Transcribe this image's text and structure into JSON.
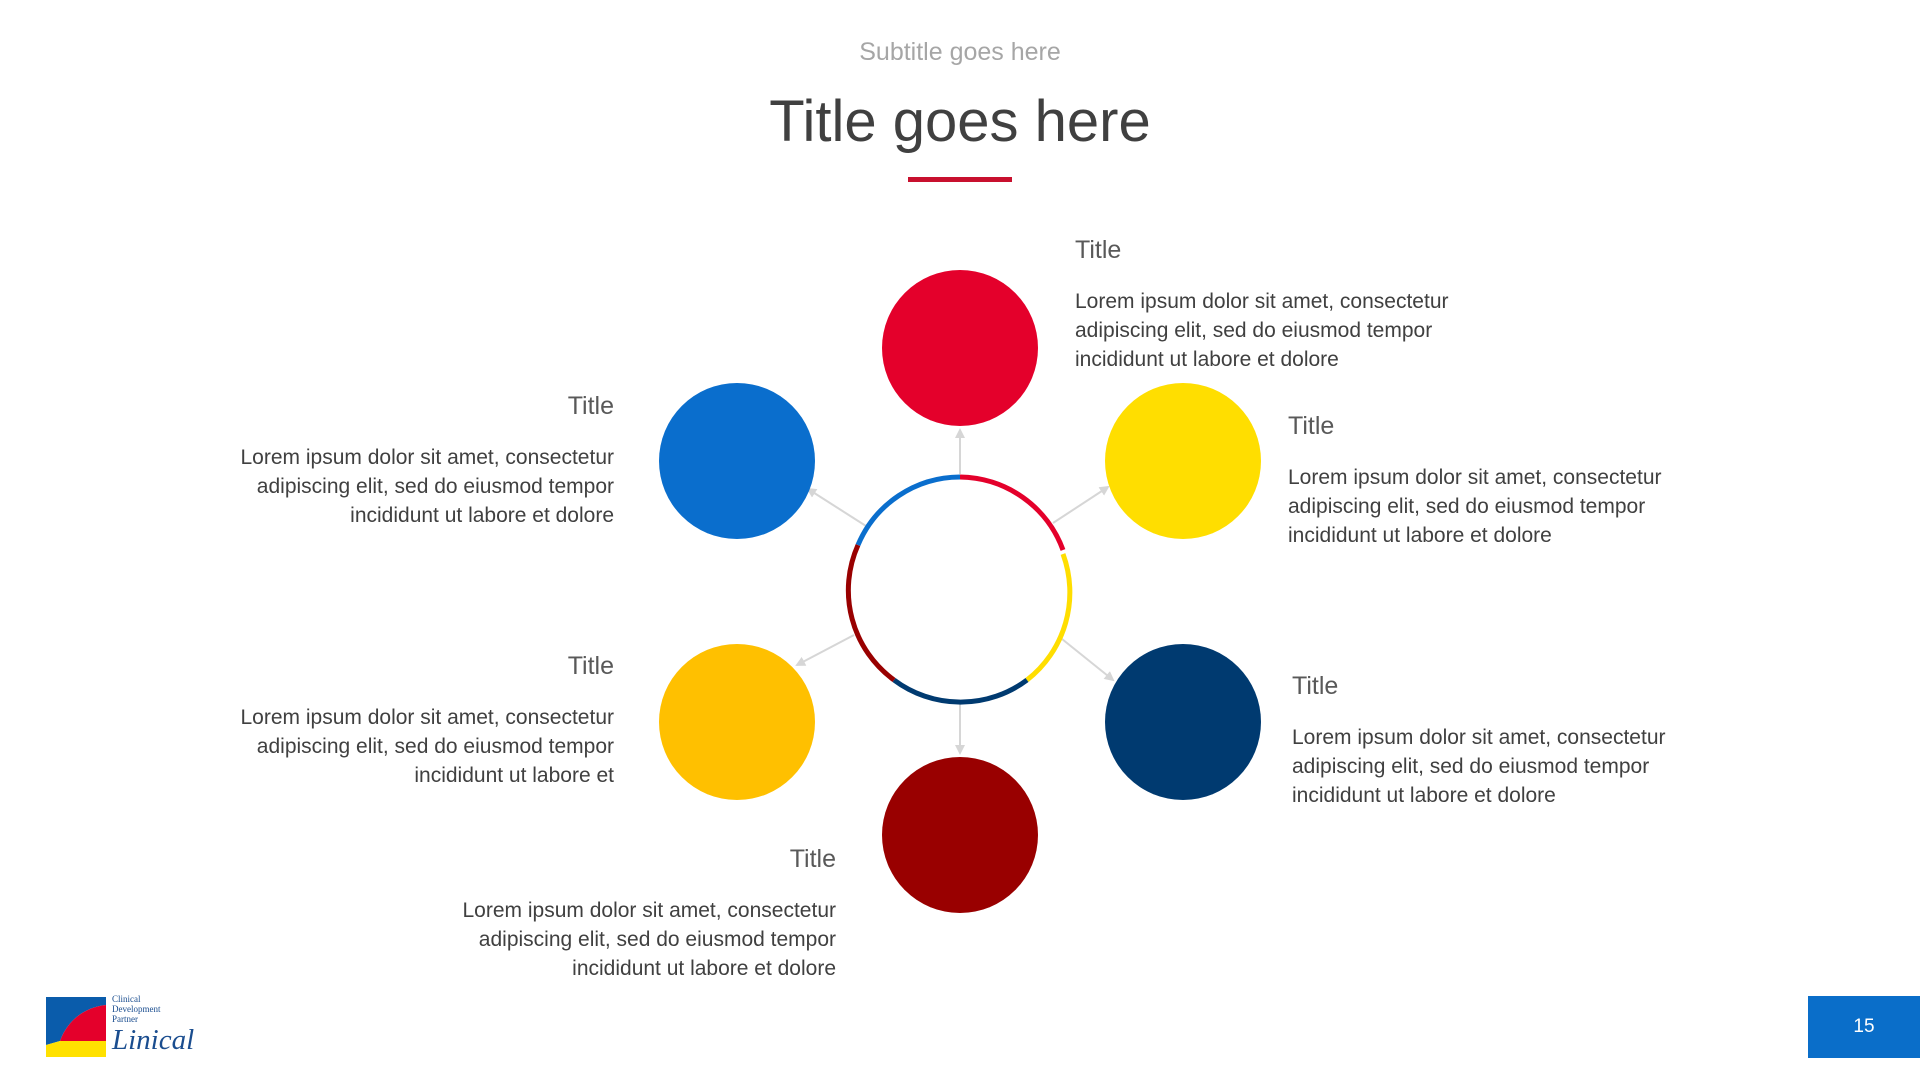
{
  "header": {
    "subtitle": "Subtitle goes here",
    "title": "Title goes here"
  },
  "colors": {
    "accent_rule": "#c8102e",
    "top": "#e4002b",
    "upper_left": "#0a6ecd",
    "upper_right": "#ffde00",
    "lower_left": "#ffc000",
    "lower_right": "#003a70",
    "bottom": "#990000"
  },
  "items": [
    {
      "id": "top",
      "title": "Title",
      "body": [
        "Lorem ipsum dolor sit amet, consectetur",
        "adipiscing elit, sed do eiusmod tempor",
        "incididunt ut labore et dolore"
      ]
    },
    {
      "id": "upper_right",
      "title": "Title",
      "body": [
        "Lorem ipsum dolor sit amet, consectetur",
        "adipiscing elit, sed do eiusmod tempor",
        "incididunt ut labore et dolore"
      ]
    },
    {
      "id": "lower_right",
      "title": "Title",
      "body": [
        "Lorem ipsum dolor sit amet, consectetur",
        "adipiscing elit, sed do eiusmod tempor",
        "incididunt ut labore et dolore"
      ]
    },
    {
      "id": "bottom",
      "title": "Title",
      "body": [
        "Lorem ipsum dolor sit amet, consectetur",
        "adipiscing elit, sed do eiusmod tempor",
        "incididunt ut labore et dolore"
      ]
    },
    {
      "id": "lower_left",
      "title": "Title",
      "body": [
        "Lorem ipsum dolor sit amet, consectetur",
        "adipiscing elit, sed do eiusmod tempor",
        "incididunt ut labore et"
      ]
    },
    {
      "id": "upper_left",
      "title": "Title",
      "body": [
        "Lorem ipsum dolor sit amet, consectetur",
        "adipiscing elit, sed do eiusmod tempor",
        "incididunt ut labore et dolore"
      ]
    }
  ],
  "logo": {
    "tagline": [
      "Clinical",
      "Development",
      "Partner"
    ],
    "brand": "Linical"
  },
  "footer": {
    "page_number": "15"
  }
}
